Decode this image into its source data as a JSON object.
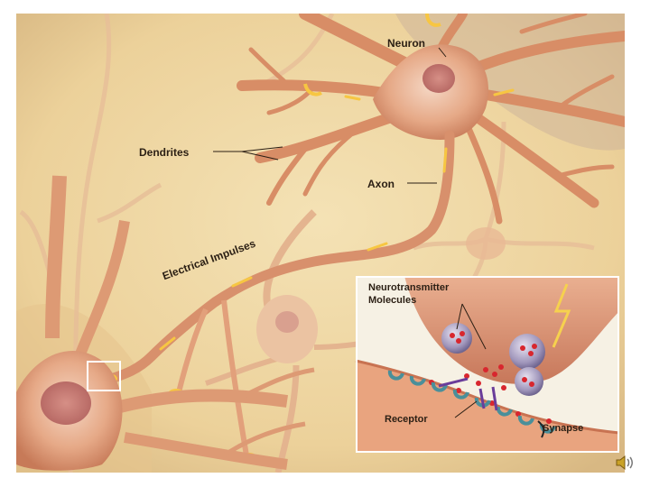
{
  "labels": {
    "neuron": "Neuron",
    "dendrites": "Dendrites",
    "axon": "Axon",
    "electrical_impulses": "Electrical Impulses",
    "neurotransmitter_line1": "Neurotransmitter",
    "neurotransmitter_line2": "Molecules",
    "receptor": "Receptor",
    "synapse": "Synapse"
  },
  "colors": {
    "background": "#f0d9a6",
    "neuron_body": "#e3a57f",
    "impulse": "#f7c642",
    "inset_bg": "#f6f1e4",
    "vesicle": "#9e93b6",
    "molecule": "#d8262e",
    "receptor": "#4a8f9a"
  },
  "icons": {
    "speaker": "speaker-icon"
  }
}
